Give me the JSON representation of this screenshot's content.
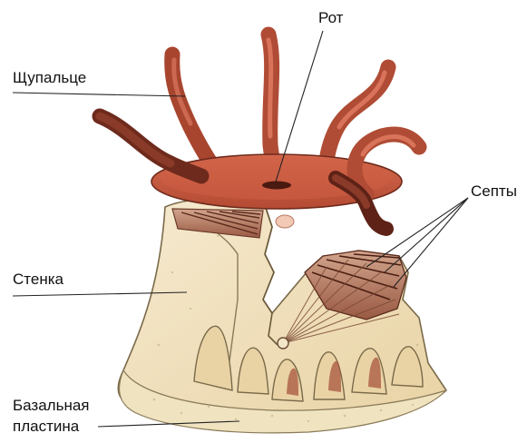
{
  "labels": {
    "tentacle": "Щупальце",
    "mouth": "Рот",
    "septa": "Септы",
    "wall": "Стенка",
    "basal_line1": "Базальная",
    "basal_line2": "пластина"
  },
  "colors": {
    "oral_disc": "#c8563d",
    "tentacle": "#c4583f",
    "tentacle_dark": "#6e2a1c",
    "wall_fill": "#f1e1b8",
    "base_fill": "#efe3c0",
    "septa_fill": "#c99a82",
    "septa_dark": "#7a3b2a",
    "leader_line": "#222222"
  }
}
